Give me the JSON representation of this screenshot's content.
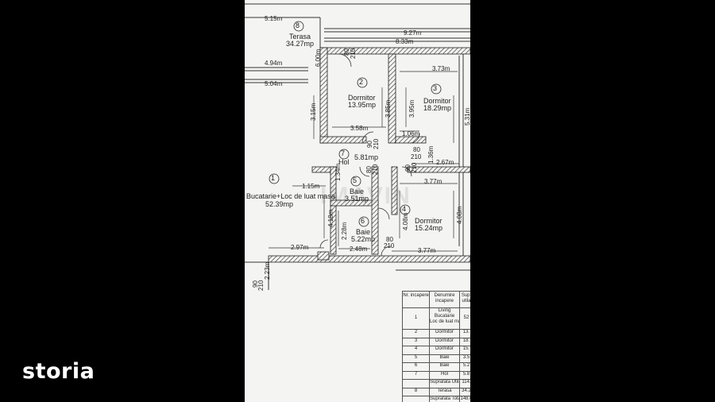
{
  "brand": {
    "logo_text": "storia"
  },
  "watermark": "IMAVIN",
  "plan": {
    "rooms": [
      {
        "id": "room-1",
        "number": "1",
        "name": "Bucatarie+Loc de luat masa",
        "area": "52.39mp"
      },
      {
        "id": "room-2",
        "number": "2",
        "name": "Dormitor",
        "area": "13.95mp"
      },
      {
        "id": "room-3",
        "number": "3",
        "name": "Dormitor",
        "area": "18.29mp"
      },
      {
        "id": "room-4",
        "number": "4",
        "name": "Dormitor",
        "area": "15.24mp"
      },
      {
        "id": "room-5",
        "number": "5",
        "name": "Baie",
        "area": "3.51mp"
      },
      {
        "id": "room-6",
        "number": "6",
        "name": "Baie",
        "area": "5.22mp"
      },
      {
        "id": "room-7",
        "number": "7",
        "name": "Hol",
        "area": "5.81mp"
      },
      {
        "id": "room-8",
        "number": "8",
        "name": "Terasa",
        "area": "34.27mp"
      }
    ],
    "dimensions": [
      "5.15m",
      "9.27m",
      "8.33m",
      "4.94m",
      "5.04m",
      "3.73m",
      "3.58m",
      "1.06m",
      "2.67m",
      "3.77m",
      "1.15m",
      "2.97m",
      "2.48m",
      "3.77m",
      "1.34m",
      "4.18m",
      "2.28m",
      "4.08m",
      "4.08m",
      "3.15m",
      "3.85m",
      "3.95m",
      "5.31m",
      "1.36m",
      "6.00m",
      "2.23m"
    ],
    "door_labels": [
      "80",
      "210",
      "90",
      "210",
      "80",
      "210",
      "80",
      "210",
      "80",
      "210",
      "80",
      "210",
      "90",
      "210"
    ]
  },
  "table": {
    "headers": [
      "Nr. incapere",
      "Denumire incapere",
      "Sup. utila"
    ],
    "rows": [
      {
        "nr": "1",
        "name_lines": [
          "Living",
          "Bucatarie",
          "Loc de luat masa"
        ],
        "area": "52"
      },
      {
        "nr": "2",
        "name": "Dormitor",
        "area": "13."
      },
      {
        "nr": "3",
        "name": "Dormitor",
        "area": "18."
      },
      {
        "nr": "4",
        "name": "Dormitor",
        "area": "15."
      },
      {
        "nr": "5",
        "name": "Baie",
        "area": "3.5"
      },
      {
        "nr": "6",
        "name": "Baie",
        "area": "5.2"
      },
      {
        "nr": "7",
        "name": "Hol",
        "area": "5.8"
      }
    ],
    "footer": [
      {
        "nr": "",
        "label": "Suprafata Utila",
        "area": "114."
      },
      {
        "nr": "8",
        "label": "Terasa",
        "area": "34.2"
      },
      {
        "nr": "",
        "label": "Suprafata Totala",
        "area": "148.6"
      }
    ]
  }
}
